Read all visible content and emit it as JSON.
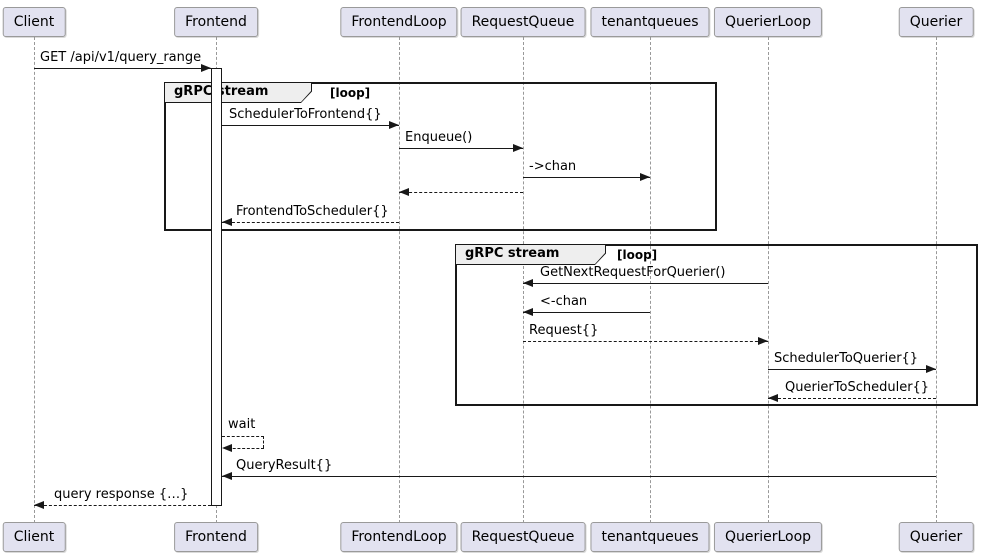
{
  "diagram": {
    "type": "sequence-diagram",
    "participants": [
      {
        "name": "Client"
      },
      {
        "name": "Frontend"
      },
      {
        "name": "FrontendLoop"
      },
      {
        "name": "RequestQueue"
      },
      {
        "name": "tenantqueues"
      },
      {
        "name": "QuerierLoop"
      },
      {
        "name": "Querier"
      }
    ],
    "frames": [
      {
        "title": "gRPC stream",
        "condition": "[loop]"
      },
      {
        "title": "gRPC stream",
        "condition": "[loop]"
      }
    ],
    "messages": [
      {
        "label": "GET /api/v1/query_range",
        "from": "Client",
        "to": "Frontend",
        "style": "solid"
      },
      {
        "label": "SchedulerToFrontend{}",
        "from": "Frontend",
        "to": "FrontendLoop",
        "style": "solid"
      },
      {
        "label": "Enqueue()",
        "from": "FrontendLoop",
        "to": "RequestQueue",
        "style": "solid"
      },
      {
        "label": "->chan",
        "from": "RequestQueue",
        "to": "tenantqueues",
        "style": "solid"
      },
      {
        "label": "",
        "from": "RequestQueue",
        "to": "FrontendLoop",
        "style": "dashed"
      },
      {
        "label": "FrontendToScheduler{}",
        "from": "FrontendLoop",
        "to": "Frontend",
        "style": "dashed"
      },
      {
        "label": "GetNextRequestForQuerier()",
        "from": "QuerierLoop",
        "to": "RequestQueue",
        "style": "solid"
      },
      {
        "label": "<-chan",
        "from": "tenantqueues",
        "to": "RequestQueue",
        "style": "solid"
      },
      {
        "label": "Request{}",
        "from": "RequestQueue",
        "to": "QuerierLoop",
        "style": "dashed"
      },
      {
        "label": "SchedulerToQuerier{}",
        "from": "QuerierLoop",
        "to": "Querier",
        "style": "solid"
      },
      {
        "label": "QuerierToScheduler{}",
        "from": "Querier",
        "to": "QuerierLoop",
        "style": "dashed"
      },
      {
        "label": "wait",
        "from": "Frontend",
        "to": "Frontend",
        "style": "dashed-self"
      },
      {
        "label": "QueryResult{}",
        "from": "Querier",
        "to": "Frontend",
        "style": "solid"
      },
      {
        "label": "query response {…}",
        "from": "Frontend",
        "to": "Client",
        "style": "dashed"
      }
    ],
    "colors": {
      "participant_fill": "#E2E2F0",
      "participant_border": "#9A9A9A",
      "lifeline": "#999999",
      "arrow": "#181818",
      "frame_border": "#181818",
      "frame_header_fill": "#EEEEEE",
      "background": "#FFFFFF"
    }
  }
}
